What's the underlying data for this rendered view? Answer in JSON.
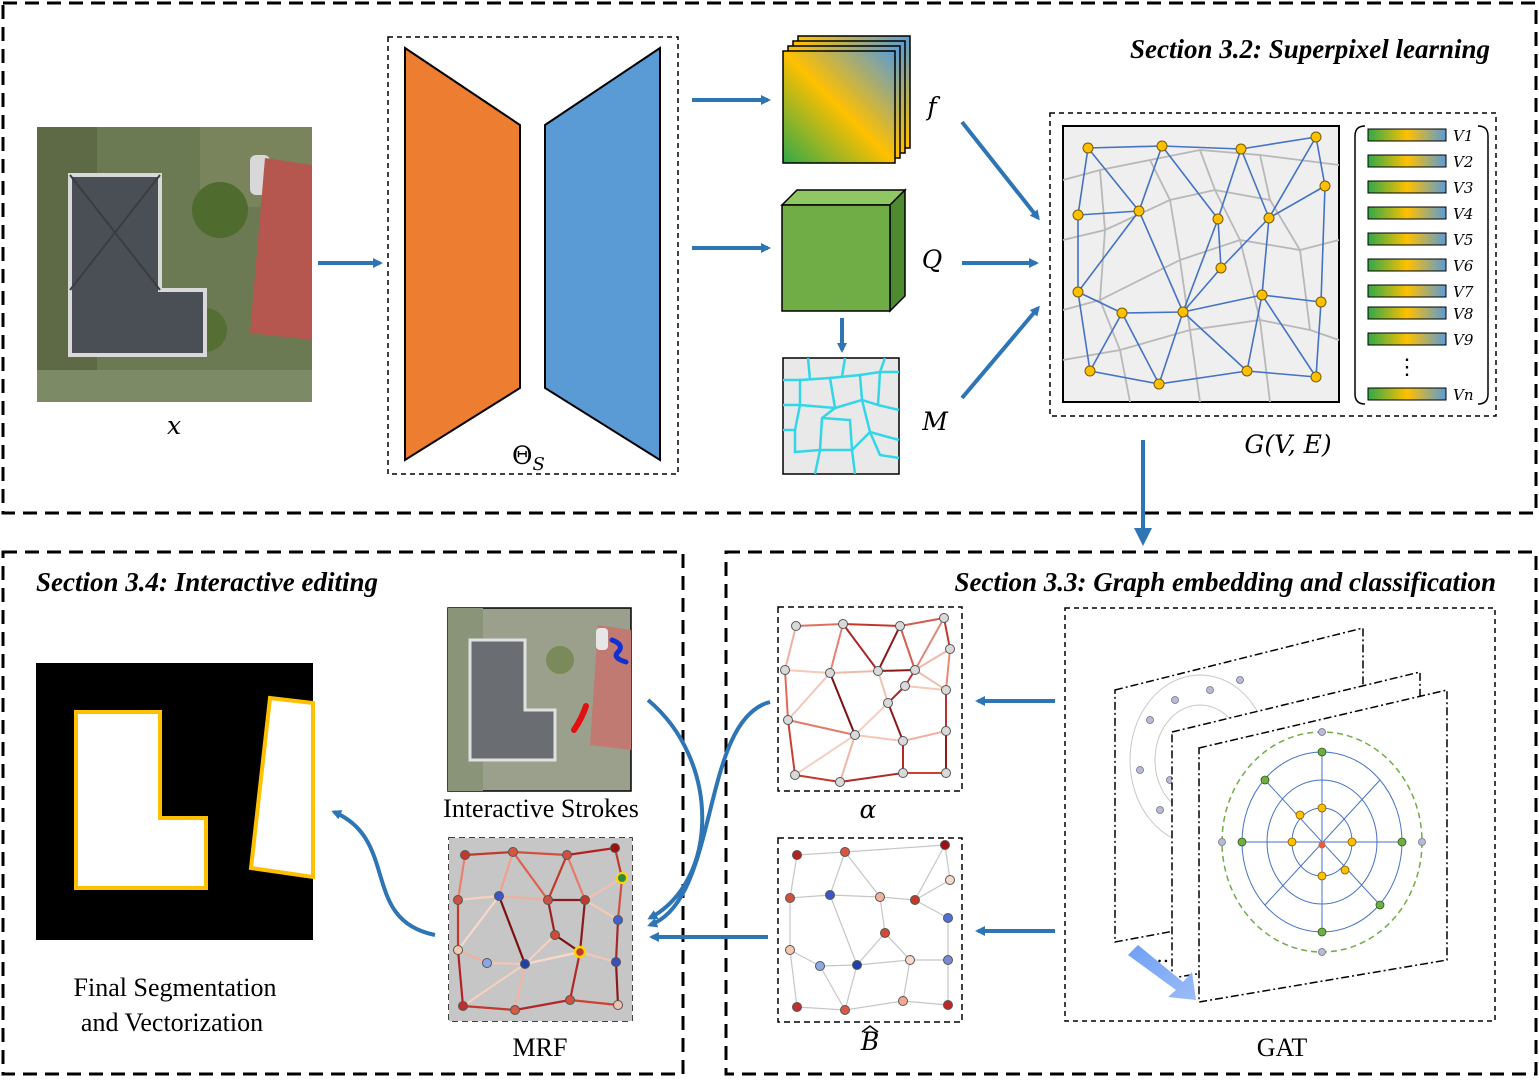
{
  "sections": {
    "superpixel": "Section 3.2: Superpixel learning",
    "graph": "Section 3.3: Graph embedding and classification",
    "interactive": "Section 3.4: Interactive editing"
  },
  "labels": {
    "x": "x",
    "theta": "Θ",
    "theta_sub": "S",
    "f": "f",
    "q": "Q",
    "m": "M",
    "graph": "G(V, E)",
    "alpha": "α",
    "b": "B",
    "gat": "GAT",
    "mrf": "MRF",
    "strokes": "Interactive Strokes",
    "final_line1": "Final Segmentation",
    "final_line2": "and Vectorization",
    "ellipsis": "⋮",
    "gat_ellipsis": "...",
    "vectors": [
      "V1",
      "V2",
      "V3",
      "V4",
      "V5",
      "V6",
      "V7",
      "V8",
      "V9"
    ],
    "vector_n": "Vn"
  },
  "colors": {
    "arrow": "#2e75b6",
    "encoder": "#ed7d31",
    "decoder": "#5b9bd5",
    "node": "#ffc000",
    "edge": "#4472c4",
    "outline": "#ffc000",
    "cube": "#70ad47"
  }
}
